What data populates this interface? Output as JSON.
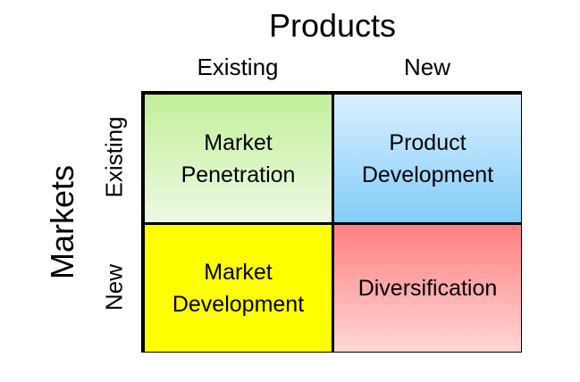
{
  "products_title": "Products",
  "markets_title": "Markets",
  "columns": [
    "Existing",
    "New"
  ],
  "rows": [
    "Existing",
    "New"
  ],
  "cells": {
    "existing_existing": [
      "Market",
      "Penetration"
    ],
    "existing_new": [
      "Product",
      "Development"
    ],
    "new_existing": [
      "Market",
      "Development"
    ],
    "new_new": [
      "Diversification"
    ]
  },
  "colors": {
    "market_penetration": "#c2ef99",
    "product_development": "#82ccf8",
    "market_development": "#ffff00",
    "diversification": "#ff8080"
  }
}
